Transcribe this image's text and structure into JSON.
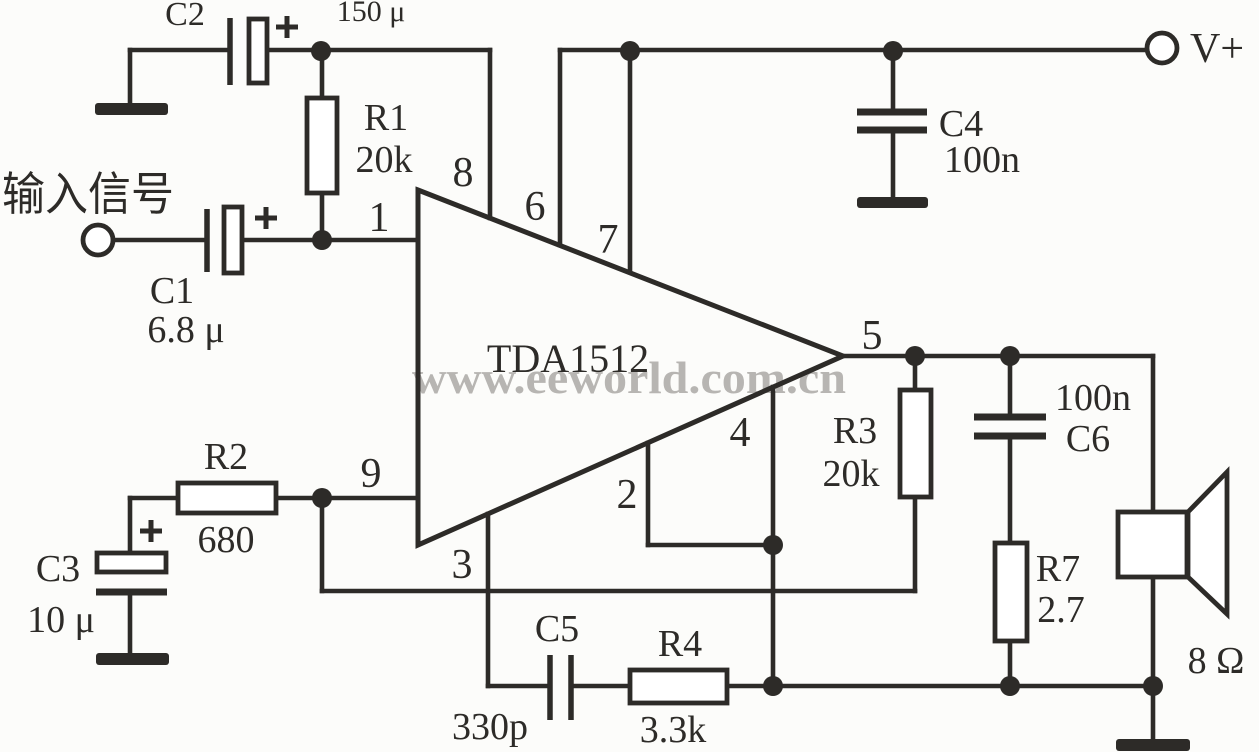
{
  "schematic": {
    "watermark": "www.eeworld.com.cn",
    "input_label": "输入信号",
    "power_label": "V+",
    "load_label": "8 Ω",
    "ic": {
      "label": "TDA1512"
    },
    "pins": {
      "p1": "1",
      "p2": "2",
      "p3": "3",
      "p4": "4",
      "p5": "5",
      "p6": "6",
      "p7": "7",
      "p8": "8",
      "p9": "9"
    },
    "components": {
      "C1": {
        "ref": "C1",
        "value": "6.8 μ"
      },
      "C2": {
        "ref": "C2",
        "value": "150 μ"
      },
      "C3": {
        "ref": "C3",
        "value": "10 μ"
      },
      "C4": {
        "ref": "C4",
        "value": "100n"
      },
      "C5": {
        "ref": "C5",
        "value": "330p"
      },
      "C6": {
        "ref": "C6",
        "value": "100n"
      },
      "R1": {
        "ref": "R1",
        "value": "20k"
      },
      "R2": {
        "ref": "R2",
        "value": "680"
      },
      "R3": {
        "ref": "R3",
        "value": "20k"
      },
      "R4": {
        "ref": "R4",
        "value": "3.3k"
      },
      "R7": {
        "ref": "R7",
        "value": "2.7"
      }
    },
    "colors": {
      "line": "#2d2b28",
      "watermark": "#b7b5b2",
      "background": "#fcfcfa"
    }
  }
}
